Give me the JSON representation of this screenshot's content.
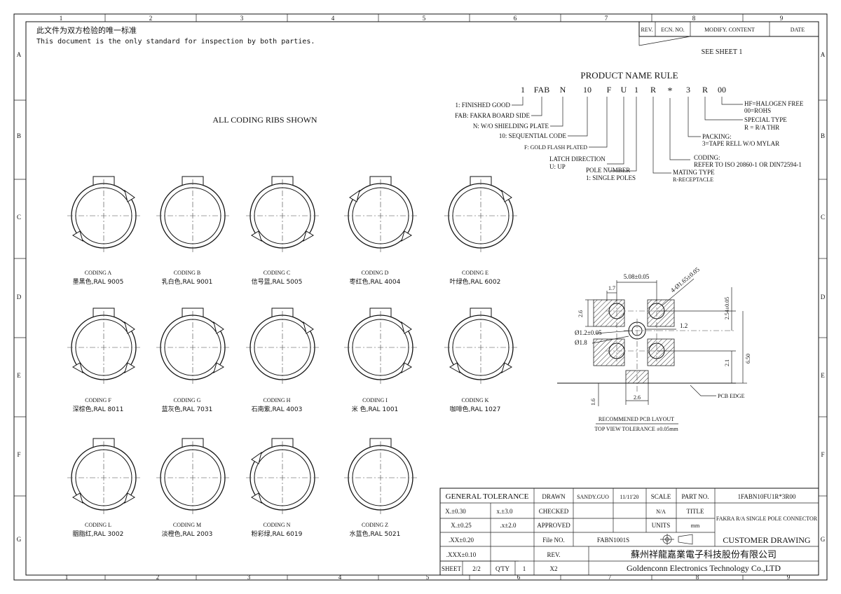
{
  "grid": {
    "columns": [
      "1",
      "2",
      "3",
      "4",
      "5",
      "6",
      "7",
      "8",
      "9"
    ],
    "rows": [
      "A",
      "B",
      "C",
      "D",
      "E",
      "F",
      "G"
    ]
  },
  "header_note": {
    "line1": "此文件为双方检验的唯一标准",
    "line2": "This document is the only standard for inspection by both parties."
  },
  "revision_block": {
    "rev": "REV.",
    "ecn": "ECN. NO.",
    "modify": "MODIFY. CONTENT",
    "date": "DATE",
    "see": "SEE SHEET 1"
  },
  "product_rule": {
    "title": "PRODUCT NAME RULE",
    "code": [
      "1",
      "FAB",
      "N",
      "10",
      "F",
      "U",
      "1",
      "R",
      "*",
      "3",
      "R",
      "00"
    ],
    "left_notes": [
      "1: FINISHED GOOD",
      "FAB: FAKRA BOARD SIDE",
      "N: W/O SHIELDING PLATE",
      "10: SEQUENTIAL CODE",
      "F: GOLD FLASH PLATED",
      "LATCH DIRECTION",
      "U: UP",
      "POLE NUMBER",
      "1: SINGLE POLES"
    ],
    "right_notes": [
      "HF=HALOGEN FREE",
      "00=ROHS",
      "SPECIAL TYPE",
      "R = R/A THR",
      "PACKING:",
      "3=TAPE RELL W/O MYLAR",
      "CODING:",
      "REFER TO ISO 20860-1 OR DIN72594-1",
      "MATING TYPE",
      "R-RECEPTACLE"
    ]
  },
  "coding_title": "ALL CODING RIBS SHOWN",
  "codings": [
    {
      "name": "CODING A",
      "color": "墨黑色,RAL 9005"
    },
    {
      "name": "CODING B",
      "color": "乳白色,RAL 9001"
    },
    {
      "name": "CODING C",
      "color": "信号蓝,RAL 5005"
    },
    {
      "name": "CODING D",
      "color": "枣红色,RAL 4004"
    },
    {
      "name": "CODING E",
      "color": "叶绿色,RAL 6002"
    },
    {
      "name": "CODING F",
      "color": "深棕色,RAL 8011"
    },
    {
      "name": "CODING G",
      "color": "蓝灰色,RAL 7031"
    },
    {
      "name": "CODING H",
      "color": "石南紫,RAL 4003"
    },
    {
      "name": "CODING I",
      "color": "米 色,RAL 1001"
    },
    {
      "name": "CODING K",
      "color": "咖啡色,RAL 1027"
    },
    {
      "name": "CODING L",
      "color": "胭脂红,RAL 3002"
    },
    {
      "name": "CODING M",
      "color": "淡橙色,RAL 2003"
    },
    {
      "name": "CODING N",
      "color": "粉彩绿,RAL 6019"
    },
    {
      "name": "CODING Z",
      "color": "水蓝色,RAL 5021"
    }
  ],
  "pcb_layout": {
    "dims": {
      "pitch": "5.08±0.05",
      "hole4": "4-Ø1.65±0.05",
      "d17": "1.7",
      "d26a": "2.6",
      "d254": "2.54±0.05",
      "hole_center": "Ø1.2±0.05",
      "pad_center": "Ø1.8",
      "d12": "1.2",
      "d21": "2.1",
      "d650": "6.50",
      "d16": "1.6",
      "d26b": "2.6"
    },
    "pcb_edge": "PCB EDGE",
    "caption1": "RECOMMENED PCB LAYOUT",
    "caption2": "TOP VIEW TOLERANCE ±0.05mm"
  },
  "title_block": {
    "general_tolerance": "GENERAL TOLERANCE",
    "tol": [
      "X.±0.30",
      "X.±0.25",
      ".XX±0.20",
      ".XXX±0.10"
    ],
    "ang": [
      "x.±3.0",
      ".x±2.0"
    ],
    "drawn": "DRAWN",
    "drawn_by": "SANDY.GUO",
    "drawn_date": "11/11'20",
    "scale": "SCALE",
    "scale_val": "N/A",
    "checked": "CHECKED",
    "approved": "APPROVED",
    "units": "UNITS",
    "units_val": "mm",
    "file_no": "File NO.",
    "file_val": "FABN1001S",
    "rev": "REV.",
    "rev_val": "X2",
    "part_no": "PART NO.",
    "part_val": "1FABN10FU1R*3R00",
    "title": "TITLE",
    "title_val": "FAKRA R/A SINGLE POLE CONNECTOR",
    "customer": "CUSTOMER DRAWING",
    "company_cn": "蘇州祥龍嘉業電子科技股份有限公司",
    "company_en": "Goldenconn Electronics Technology Co.,LTD",
    "sheet": "SHEET",
    "sheet_val": "2/2",
    "qty": "Q'TY",
    "qty_val": "1"
  }
}
